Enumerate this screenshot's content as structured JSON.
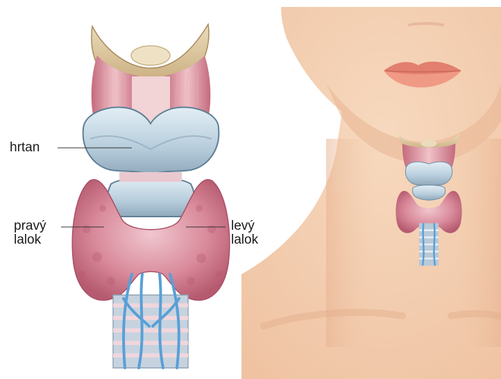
{
  "labels": {
    "larynx": "hrtan",
    "right_lobe_line1": "pravý",
    "right_lobe_line2": "lalok",
    "left_lobe_line1": "levý",
    "left_lobe_line2": "lalok"
  },
  "colors": {
    "skin": "#f4cfb1",
    "skin_shadow": "#e8b592",
    "lips": "#ea8e7c",
    "thyroid": "#c96b80",
    "cartilage": "#b9d0df",
    "muscle": "#d98a98",
    "bone": "#d9c39a",
    "vessel": "#5a9fd6"
  }
}
